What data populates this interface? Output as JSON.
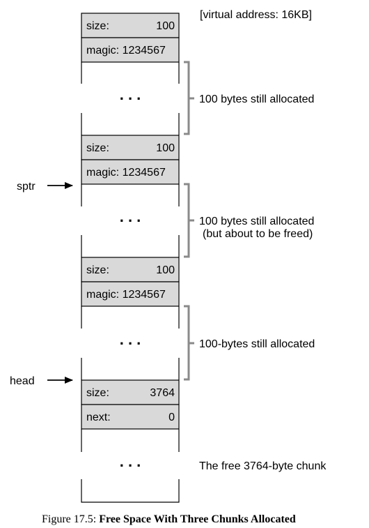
{
  "top_label": "[virtual address: 16KB]",
  "blocks": [
    {
      "size_label": "size:",
      "size_value": "100",
      "second_label": "magic: 1234567",
      "second_value": "",
      "ellipsis": ". . .",
      "description": [
        "100 bytes still allocated"
      ]
    },
    {
      "size_label": "size:",
      "size_value": "100",
      "second_label": "magic: 1234567",
      "second_value": "",
      "ellipsis": ". . .",
      "description": [
        "100 bytes still allocated",
        "(but about to be freed)"
      ]
    },
    {
      "size_label": "size:",
      "size_value": "100",
      "second_label": "magic: 1234567",
      "second_value": "",
      "ellipsis": ". . .",
      "description": [
        "100-bytes still allocated"
      ]
    },
    {
      "size_label": "size:",
      "size_value": "3764",
      "second_label": "next:",
      "second_value": "0",
      "ellipsis": ". . .",
      "description": [
        "The free 3764-byte chunk"
      ]
    }
  ],
  "pointers": {
    "sptr": "sptr",
    "head": "head"
  },
  "caption": {
    "prefix": "Figure 17.5: ",
    "title": "Free Space With Three Chunks Allocated"
  }
}
